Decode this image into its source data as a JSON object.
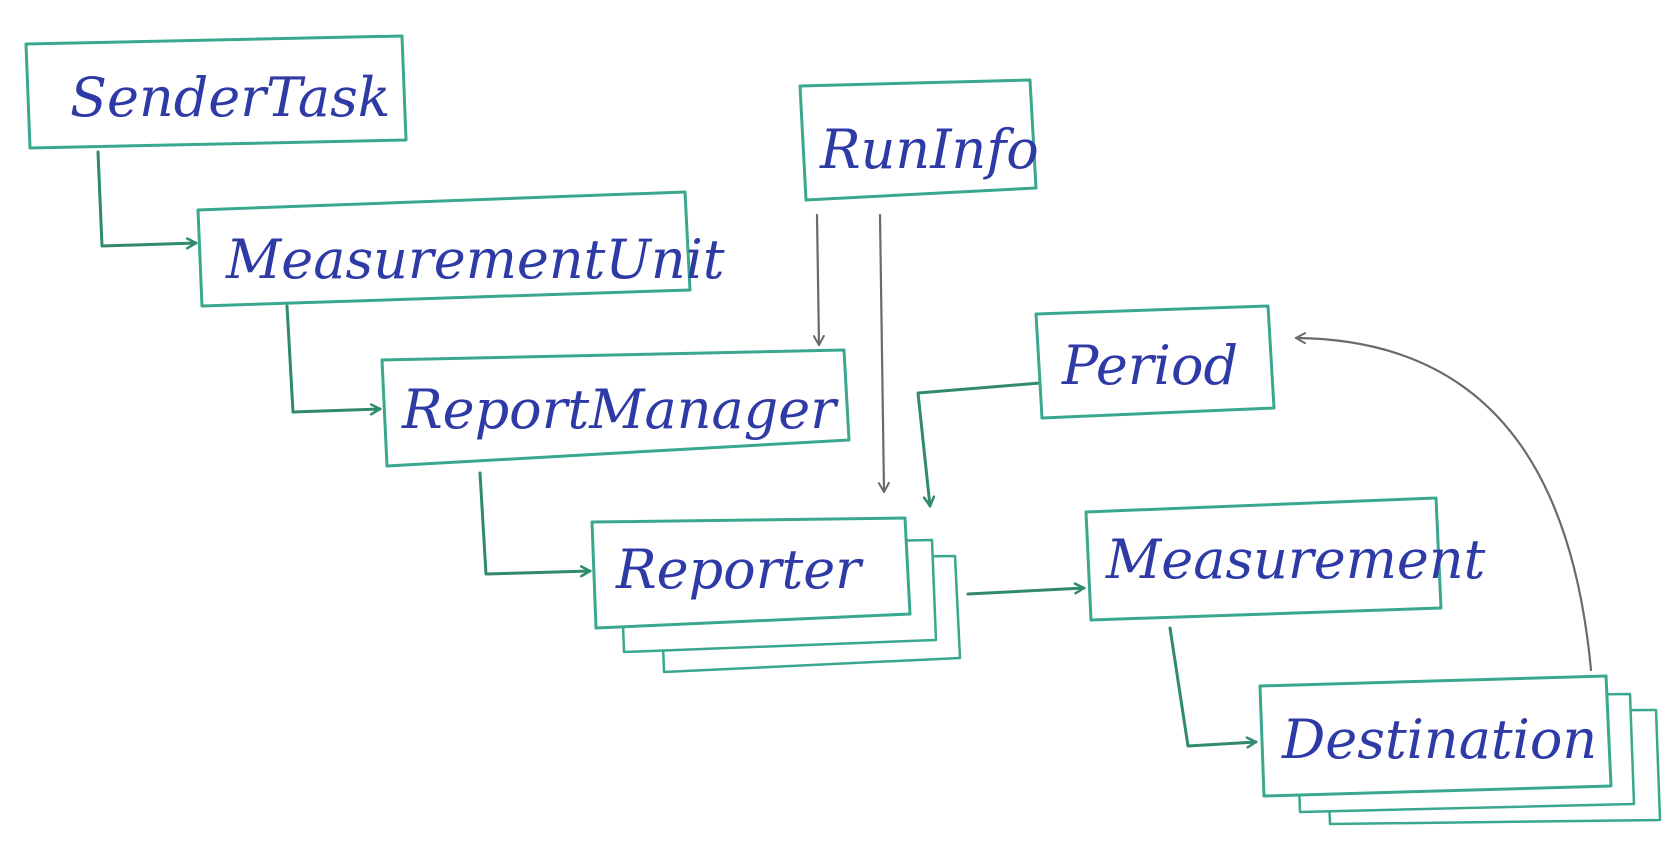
{
  "nodes": {
    "sender_task": "SenderTask",
    "measurement_unit": "MeasurementUnit",
    "report_manager": "ReportManager",
    "reporter": "Reporter",
    "run_info": "RunInfo",
    "period": "Period",
    "measurement": "Measurement",
    "destination": "Destination"
  },
  "colors": {
    "box_stroke": "#3aa88e",
    "green_connector": "#2f8a6f",
    "gray_connector": "#6a6a6a",
    "label_ink": "#2e3aa5"
  }
}
